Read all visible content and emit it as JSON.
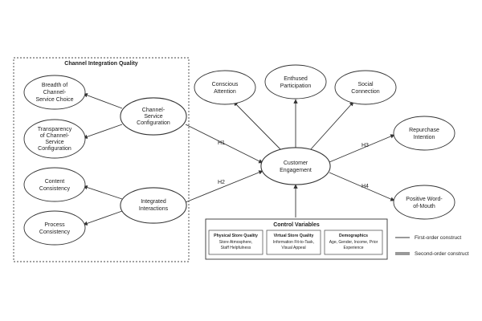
{
  "group": {
    "title": "Channel Integration Quality"
  },
  "first_order": {
    "breadth": [
      "Breadth of",
      "Channel-",
      "Service Choice"
    ],
    "transparency": [
      "Transparency",
      "of Channel-",
      "Service",
      "Configuration"
    ],
    "content": [
      "Content",
      "Consistency"
    ],
    "process": [
      "Process",
      "Consistency"
    ],
    "conscious": [
      "Conscious",
      "Attention"
    ],
    "enthused": [
      "Enthused",
      "Participation"
    ],
    "social": [
      "Social",
      "Connection"
    ],
    "repurchase": [
      "Repurchase",
      "Intention"
    ],
    "wom": [
      "Positive Word-",
      "of-Mouth"
    ]
  },
  "second_order": {
    "csc": [
      "Channel-",
      "Service",
      "Configuration"
    ],
    "ii": [
      "Integrated",
      "Interactions"
    ],
    "ce": [
      "Customer",
      "Engagement"
    ]
  },
  "hypotheses": {
    "h1": "H1",
    "h2": "H2",
    "h3": "H3",
    "h4": "H4"
  },
  "controls": {
    "title": "Control Variables",
    "physical": {
      "title": "Physical Store Quality",
      "lines": [
        "Store Atmosphere,",
        "Staff Helpfulness"
      ]
    },
    "virtual": {
      "title": "Virtual Store Quality",
      "lines": [
        "Information Fit-to-Task,",
        "Visual Appeal"
      ]
    },
    "demographics": {
      "title": "Demographics",
      "lines": [
        "Age, Gender, Income, Prior",
        "Experience"
      ]
    }
  },
  "legend": {
    "first_order": "First-order construct",
    "second_order": "Second-order construct"
  },
  "colors": {
    "stroke": "#333333",
    "double_inner": "#ffffff",
    "background": "#ffffff"
  }
}
